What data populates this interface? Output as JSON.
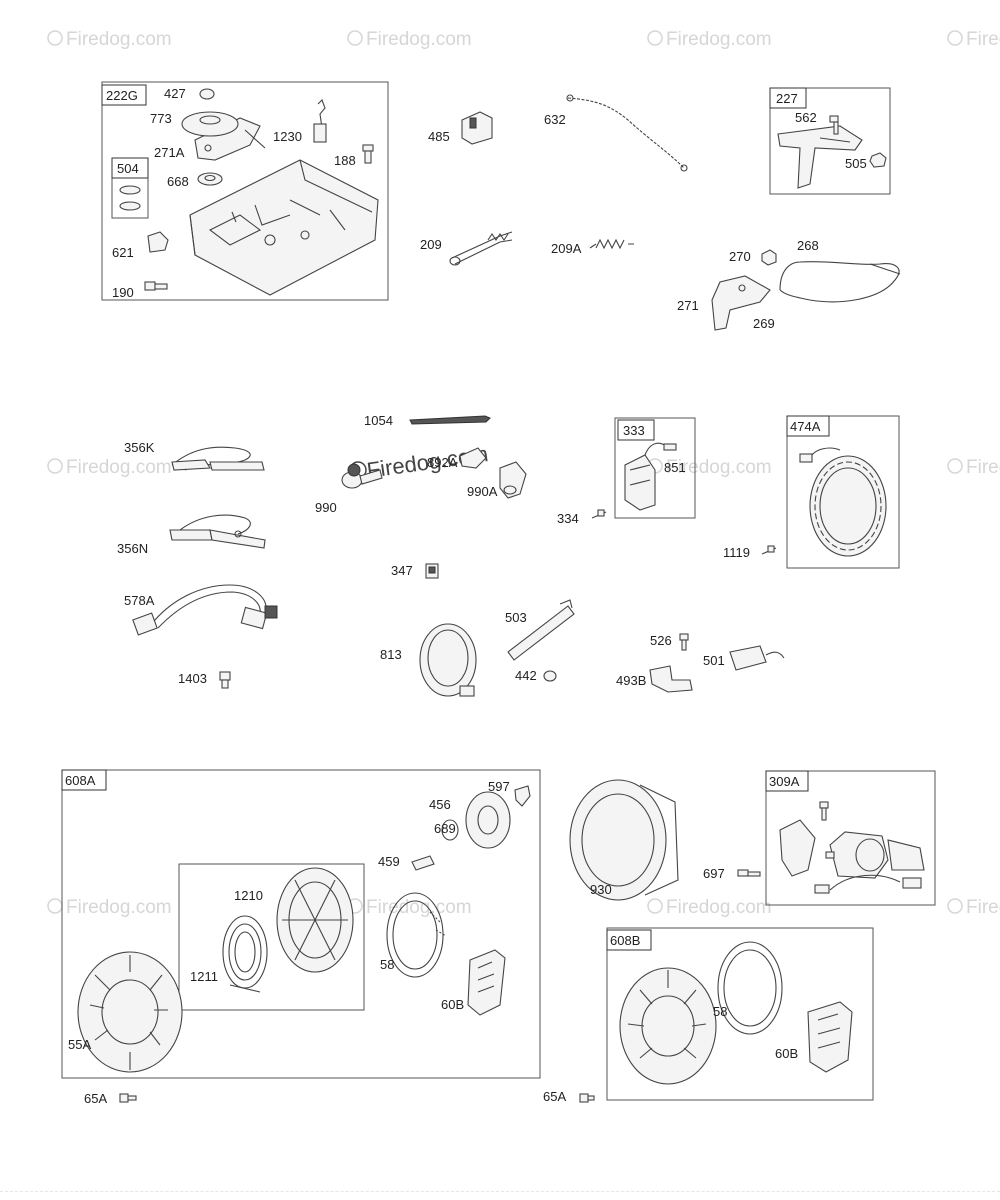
{
  "watermark": "Firedog.com",
  "boxes": [
    "222G",
    "504",
    "227",
    "333",
    "474A",
    "608A",
    "309A",
    "608B"
  ],
  "parts": [
    "427",
    "773",
    "1230",
    "271A",
    "188",
    "668",
    "621",
    "190",
    "485",
    "632",
    "209",
    "209A",
    "562",
    "505",
    "270",
    "268",
    "271",
    "269",
    "1054",
    "356K",
    "990",
    "892A",
    "990A",
    "334",
    "851",
    "1119",
    "356N",
    "347",
    "578A",
    "503",
    "526",
    "813",
    "501",
    "442",
    "493B",
    "1403",
    "597",
    "456",
    "689",
    "459",
    "1210",
    "1211",
    "58",
    "60B",
    "55A",
    "65A",
    "930",
    "697",
    "58",
    "60B",
    "65A"
  ]
}
